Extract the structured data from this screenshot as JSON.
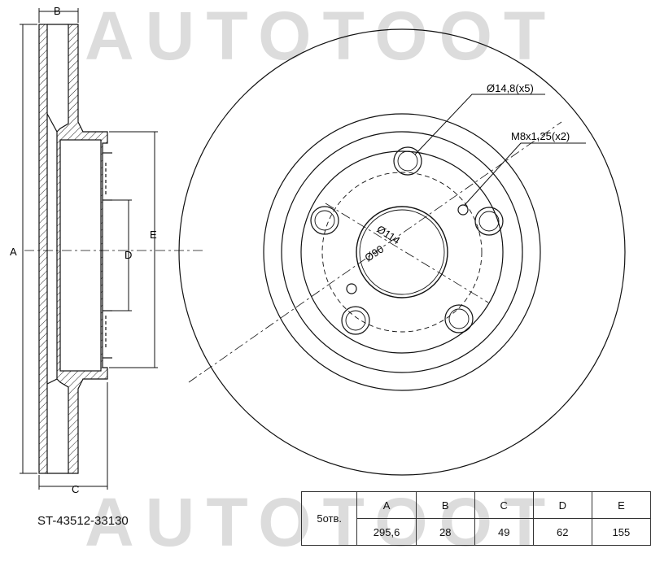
{
  "watermark": {
    "top_text": "AUTOTOOT",
    "bottom_text": "AUTOTOOT"
  },
  "part_number": "ST-43512-33130",
  "side_view": {
    "labels": {
      "A": "A",
      "B": "B",
      "C": "C",
      "D": "D",
      "E": "E"
    }
  },
  "front_view": {
    "hole_callout": "Ø14,8(x5)",
    "thread_callout": "M8x1,25(x2)",
    "pcd_label": "Ø114",
    "center_bore_label": "Ø90"
  },
  "spec_table": {
    "holes_label": "5отв.",
    "headers": [
      "A",
      "B",
      "C",
      "D",
      "E"
    ],
    "values": [
      "295,6",
      "28",
      "49",
      "62",
      "155"
    ]
  }
}
